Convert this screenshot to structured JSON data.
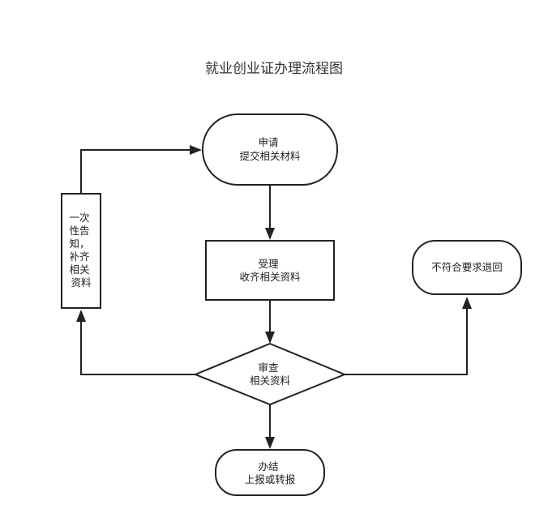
{
  "title": "就业创业证办理流程图",
  "nodes": {
    "apply": {
      "lines": [
        "申请",
        "提交相关材料"
      ]
    },
    "accept": {
      "lines": [
        "受理",
        "收齐相关资料"
      ]
    },
    "review": {
      "lines": [
        "审查",
        "相关资料"
      ]
    },
    "finish": {
      "lines": [
        "办结",
        "上报或转报"
      ]
    },
    "reject": {
      "lines": [
        "不符合要求退回"
      ]
    },
    "notify": {
      "lines": [
        "一次",
        "性告",
        "知，",
        "补齐",
        "相关",
        "资料"
      ]
    }
  }
}
